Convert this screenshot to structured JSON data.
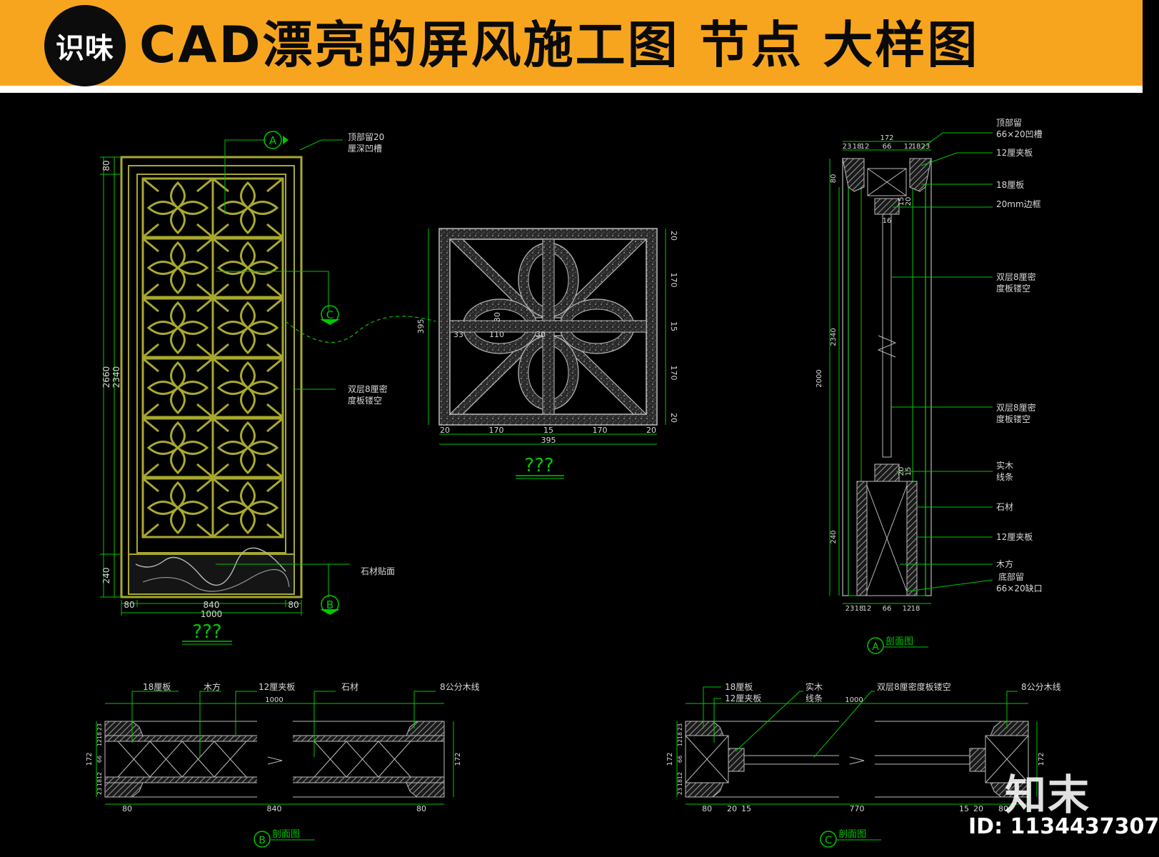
{
  "banner": {
    "brand": "识味",
    "title": "CAD漂亮的屏风施工图 节点 大样图"
  },
  "colors": {
    "banner": "#f7a51f",
    "background": "#000000",
    "line_green": "#00c800",
    "frame_olive": "#a8a830",
    "hatch_grey": "#9a9a9a",
    "dim_text": "#d8d8d8"
  },
  "elevation": {
    "section_A": "A",
    "section_B": "B",
    "section_C": "C",
    "note_top": "顶部留20",
    "note_top2": "厘深凹槽",
    "note_panel": "双层8厘密",
    "note_panel2": "度板镂空",
    "note_stone": "石材贴面",
    "dim_top": "80",
    "dim_total": "2660",
    "dim_inner": "2340",
    "dim_bottom": "240",
    "dim_w_left": "80",
    "dim_w_mid": "840",
    "dim_w_right": "80",
    "dim_w_total": "1000",
    "caption": "???"
  },
  "detail": {
    "dims_right": [
      "20",
      "170",
      "15",
      "170",
      "20"
    ],
    "dims_bottom": [
      "20",
      "170",
      "15",
      "170",
      "20"
    ],
    "total_bottom": "395",
    "total_left": "395",
    "inner_30a": "30",
    "inner_30b": "30",
    "inner_33": "33",
    "inner_110": "110",
    "caption": "???"
  },
  "section_a": {
    "top_dims": [
      "23",
      "18",
      "12",
      "66",
      "12",
      "18",
      "23"
    ],
    "top_total": "172",
    "bottom_dims": [
      "23",
      "18",
      "12",
      "66",
      "12",
      "18"
    ],
    "left_dims": [
      "80",
      "2340",
      "2000",
      "240"
    ],
    "small_dims": [
      "15",
      "20",
      "16",
      "20",
      "15"
    ],
    "labels": [
      "顶部留",
      "66×20凹槽",
      "12厘夹板",
      "18厘板",
      "20mm边框",
      "双层8厘密",
      "度板镂空",
      "双层8厘密",
      "度板镂空",
      "实木",
      "线条",
      "石材",
      "12厘夹板",
      "木方",
      "底部留",
      "66×20缺口"
    ],
    "mark": "A",
    "caption": "剖面图"
  },
  "section_b": {
    "labels": [
      "18厘板",
      "木方",
      "12厘夹板",
      "石材",
      "8公分木线"
    ],
    "dim_top": "1000",
    "dims_bottom": [
      "80",
      "840",
      "80"
    ],
    "left_dims": [
      "23",
      "18",
      "12",
      "66",
      "12",
      "18",
      "23"
    ],
    "left_total": "172",
    "right_total": "172",
    "mark": "B",
    "caption": "剖面图"
  },
  "section_c": {
    "labels": [
      "18厘板",
      "12厘夹板",
      "实木",
      "线条",
      "双层8厘密度板镂空",
      "8公分木线"
    ],
    "dim_top": "1000",
    "dims_bottom": [
      "80",
      "20",
      "15",
      "770",
      "15",
      "20",
      "80"
    ],
    "left_dims": [
      "23",
      "18",
      "12",
      "66",
      "12",
      "18",
      "23"
    ],
    "left_total": "172",
    "right_total": "172",
    "mark": "C",
    "caption": "剖面图"
  },
  "watermark": {
    "logo": "知末",
    "id": "ID: 1134437307"
  }
}
